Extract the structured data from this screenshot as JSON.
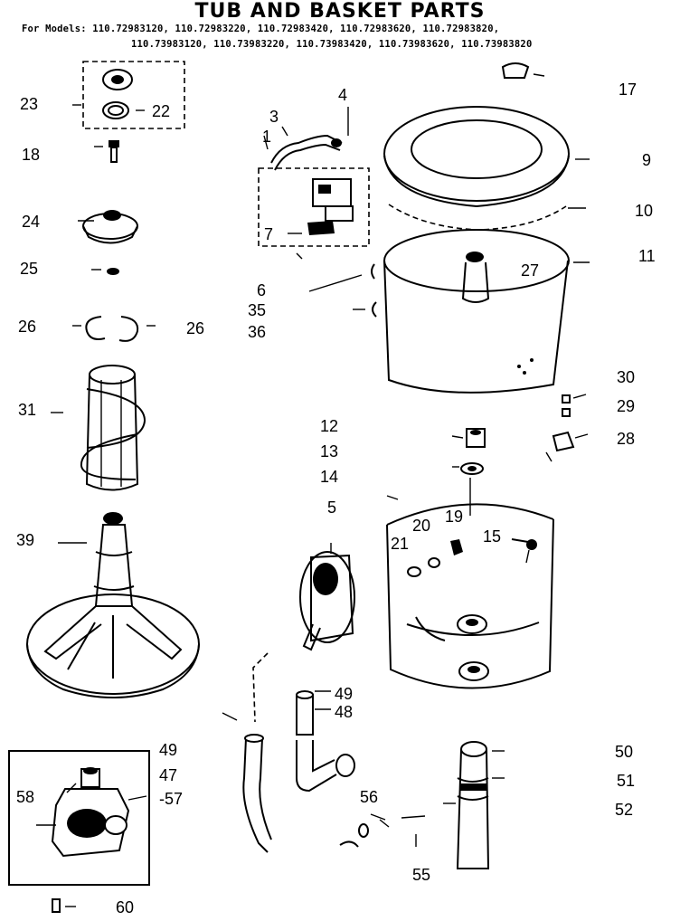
{
  "title": "TUB AND BASKET PARTS",
  "models_line1": "For Models: 110.72983120, 110.72983220, 110.72983420, 110.72983620, 110.72983820,",
  "models_line2": "110.73983120, 110.73983220, 110.73983420, 110.73983620, 110.73983820",
  "callouts": [
    {
      "id": "c17",
      "text": "17"
    },
    {
      "id": "c23",
      "text": "23"
    },
    {
      "id": "c22",
      "text": "22"
    },
    {
      "id": "c4",
      "text": "4"
    },
    {
      "id": "c3",
      "text": "3"
    },
    {
      "id": "c1",
      "text": "1"
    },
    {
      "id": "c9",
      "text": "9"
    },
    {
      "id": "c18",
      "text": "18"
    },
    {
      "id": "c10",
      "text": "10"
    },
    {
      "id": "c24",
      "text": "24"
    },
    {
      "id": "c7",
      "text": "7"
    },
    {
      "id": "c11",
      "text": "11"
    },
    {
      "id": "c25",
      "text": "25"
    },
    {
      "id": "c27",
      "text": "27"
    },
    {
      "id": "c6",
      "text": "6"
    },
    {
      "id": "c35",
      "text": "35"
    },
    {
      "id": "c26a",
      "text": "26"
    },
    {
      "id": "c26b",
      "text": "26"
    },
    {
      "id": "c36",
      "text": "36"
    },
    {
      "id": "c30",
      "text": "30"
    },
    {
      "id": "c31",
      "text": "31"
    },
    {
      "id": "c29",
      "text": "29"
    },
    {
      "id": "c12",
      "text": "12"
    },
    {
      "id": "c28",
      "text": "28"
    },
    {
      "id": "c13",
      "text": "13"
    },
    {
      "id": "c14",
      "text": "14"
    },
    {
      "id": "c5",
      "text": "5"
    },
    {
      "id": "c20",
      "text": "20"
    },
    {
      "id": "c19",
      "text": "19"
    },
    {
      "id": "c39",
      "text": "39"
    },
    {
      "id": "c21",
      "text": "21"
    },
    {
      "id": "c15",
      "text": "15"
    },
    {
      "id": "c49a",
      "text": "49"
    },
    {
      "id": "c48",
      "text": "48"
    },
    {
      "id": "c49b",
      "text": "49"
    },
    {
      "id": "c50",
      "text": "50"
    },
    {
      "id": "c47",
      "text": "47"
    },
    {
      "id": "c51",
      "text": "51"
    },
    {
      "id": "c58",
      "text": "58"
    },
    {
      "id": "c57",
      "text": "-57"
    },
    {
      "id": "c56",
      "text": "56"
    },
    {
      "id": "c52",
      "text": "52"
    },
    {
      "id": "c55",
      "text": "55"
    },
    {
      "id": "c60",
      "text": "60"
    }
  ]
}
